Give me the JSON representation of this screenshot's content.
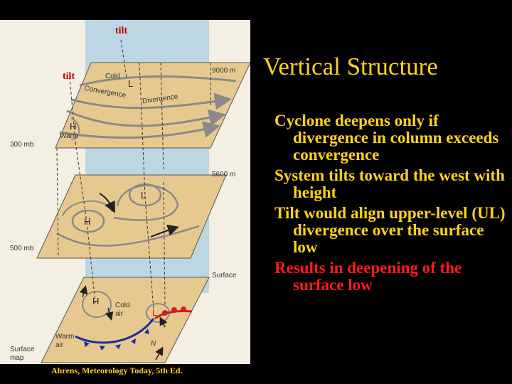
{
  "slide": {
    "title": "Vertical Structure",
    "bullets": [
      {
        "text": "Cyclone deepens only if divergence in column exceeds convergence",
        "color": "#ffd21a"
      },
      {
        "text": "System tilts toward the west with height",
        "color": "#ffd21a"
      },
      {
        "text": "Tilt would align upper-level (UL) divergence over the surface low",
        "color": "#ffd21a"
      },
      {
        "text": "Results in deepening of the surface low",
        "color": "#ff1a1a"
      }
    ],
    "credit": "Ahrens, Meteorology Today, 5th Ed."
  },
  "diagram": {
    "tilt_labels": [
      "tilt",
      "tilt"
    ],
    "height_labels": [
      "9000 m",
      "5600 m",
      "Surface"
    ],
    "pressure_labels": [
      "300 mb",
      "500 mb",
      "Surface map"
    ],
    "upper_level": {
      "cold": "Cold",
      "warm": "Warm",
      "low": "L",
      "high": "H",
      "convergence": "Convergence",
      "divergence": "Divergence"
    },
    "mid_level": {
      "low": "L",
      "high": "H"
    },
    "surface": {
      "high": "H",
      "low": "L",
      "cold_air": "Cold air",
      "warm_air": "Warm air",
      "north": "N"
    },
    "colors": {
      "plane": "#e7c98f",
      "sky": "#bcd6e4",
      "front": "#1a2f9a",
      "warm_front": "#cc1f1f",
      "title_text": "#ffd21a",
      "alert_text": "#ff1a1a"
    }
  }
}
